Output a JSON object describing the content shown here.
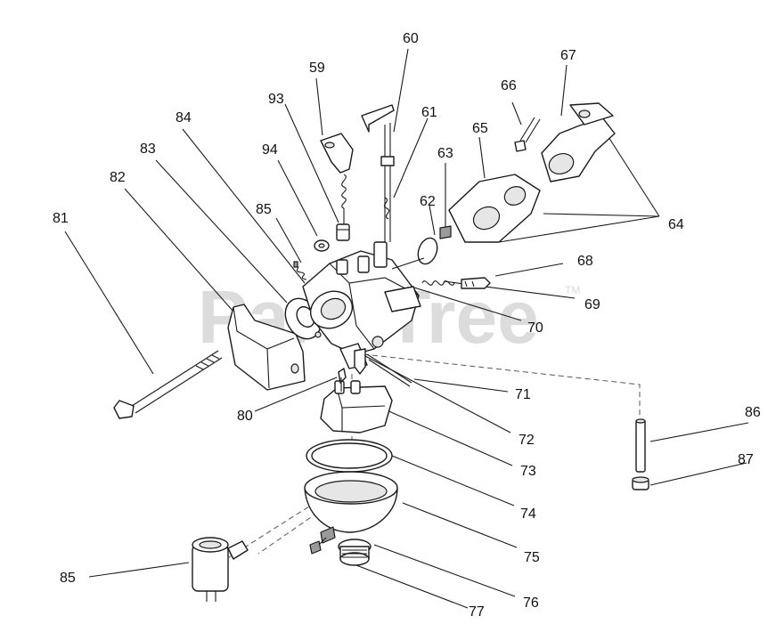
{
  "watermark": {
    "text": "PartsTree",
    "trademark": "TM"
  },
  "callouts": {
    "p59": "59",
    "p60": "60",
    "p61": "61",
    "p62": "62",
    "p63": "63",
    "p64": "64",
    "p65": "65",
    "p66": "66",
    "p67": "67",
    "p68": "68",
    "p69": "69",
    "p70": "70",
    "p71": "71",
    "p72": "72",
    "p73": "73",
    "p74": "74",
    "p75": "75",
    "p76": "76",
    "p77": "77",
    "p80": "80",
    "p81": "81",
    "p82": "82",
    "p83": "83",
    "p84": "84",
    "p85_top": "85",
    "p85_bottom": "85",
    "p86": "86",
    "p87": "87",
    "p93": "93",
    "p94": "94"
  }
}
